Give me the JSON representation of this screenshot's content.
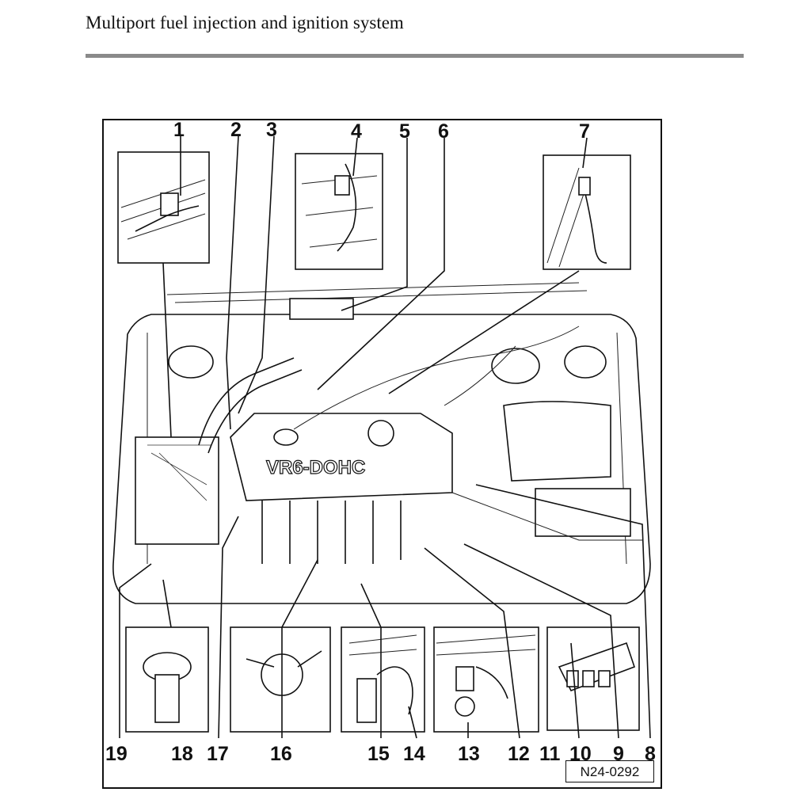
{
  "page": {
    "title": "Multiport fuel injection and ignition system"
  },
  "figure": {
    "reference": "N24-0292",
    "engine_label": "VR6-DOHC",
    "callouts": [
      "1",
      "2",
      "3",
      "4",
      "5",
      "6",
      "7",
      "8",
      "9",
      "10",
      "11",
      "12",
      "13",
      "14",
      "15",
      "16",
      "17",
      "18",
      "19"
    ]
  }
}
